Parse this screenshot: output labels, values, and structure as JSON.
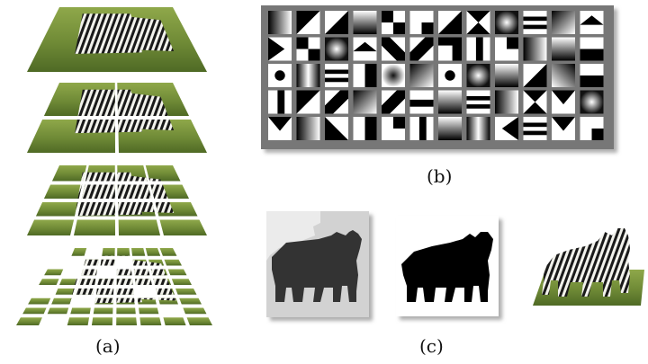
{
  "figure": {
    "panels": [
      {
        "id": "a",
        "caption": "(a)"
      },
      {
        "id": "b",
        "caption": "(b)"
      },
      {
        "id": "c",
        "caption": "(c)"
      }
    ],
    "pyramid_levels": [
      {
        "name": "level-1x1",
        "grid": 1
      },
      {
        "name": "level-2x2",
        "grid": 2
      },
      {
        "name": "level-4x4",
        "grid": 4
      },
      {
        "name": "level-8x8",
        "grid": 8,
        "missing": [
          [
            0,
            0
          ],
          [
            0,
            2
          ],
          [
            1,
            0
          ],
          [
            1,
            1
          ],
          [
            1,
            4
          ],
          [
            2,
            1
          ],
          [
            2,
            3
          ],
          [
            4,
            0
          ],
          [
            4,
            5
          ],
          [
            5,
            2
          ],
          [
            6,
            6
          ],
          [
            7,
            1
          ]
        ]
      }
    ],
    "patterns_grid": {
      "rows": 5,
      "cols": 12
    },
    "colors": {
      "grass_dark": "#4f6a25",
      "grass_light": "#8fa84a",
      "stripe_dark": "#1a1a1a",
      "stripe_light": "#f2f2ec",
      "frame_gray": "#777777",
      "silhouette": "#333333",
      "segment_gray": "#c4c4c4"
    }
  }
}
